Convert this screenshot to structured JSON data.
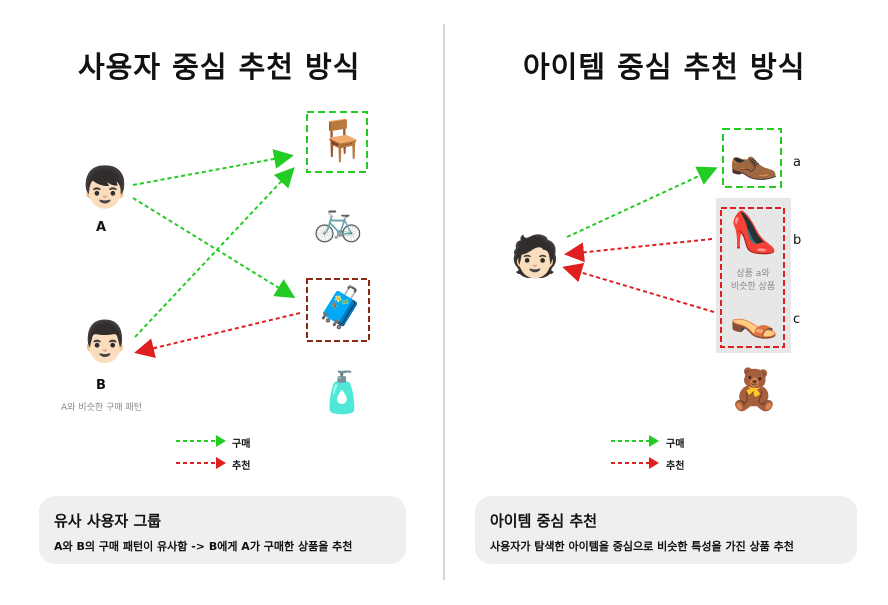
{
  "left": {
    "title": "사용자 중심 추천 방식",
    "user_a": {
      "icon": "man-face-icon",
      "label": "A"
    },
    "user_b": {
      "icon": "mustache-man-face-icon",
      "label": "B",
      "caption": "A와 비슷한 구매 패턴"
    },
    "items": [
      "chair-icon",
      "bicycle-icon",
      "suitcase-icon",
      "lotion-bottle-icon"
    ],
    "legend": {
      "purchase": "구매",
      "recommend": "추천"
    },
    "summary": {
      "title": "유사 사용자 그룹",
      "desc": "A와 B의 구매 패턴이 유사함 -> B에게 A가 구매한 상품을 추천"
    }
  },
  "right": {
    "title": "아이템 중심 추천 방식",
    "user": {
      "icon": "user-face-icon"
    },
    "items": [
      {
        "letter": "a",
        "icon": "shoe-icon"
      },
      {
        "letter": "b",
        "icon": "high-heel-icon"
      },
      {
        "letter": "c",
        "icon": "sandal-icon"
      }
    ],
    "extra_item": "teddy-bear-icon",
    "similar_caption_1": "상품 a와",
    "similar_caption_2": "비슷한 상품",
    "legend": {
      "purchase": "구매",
      "recommend": "추천"
    },
    "summary": {
      "title": "아이템 중심 추천",
      "desc": "사용자가 탐색한 아이템을 중심으로 비슷한 특성을 가진 상품 추천"
    }
  },
  "colors": {
    "purchase": "#22cc22",
    "recommend": "#e02020",
    "item_box_green": "#22cc22",
    "item_box_dark": "#8b2a10",
    "similar_box": "#e7e7e7"
  }
}
